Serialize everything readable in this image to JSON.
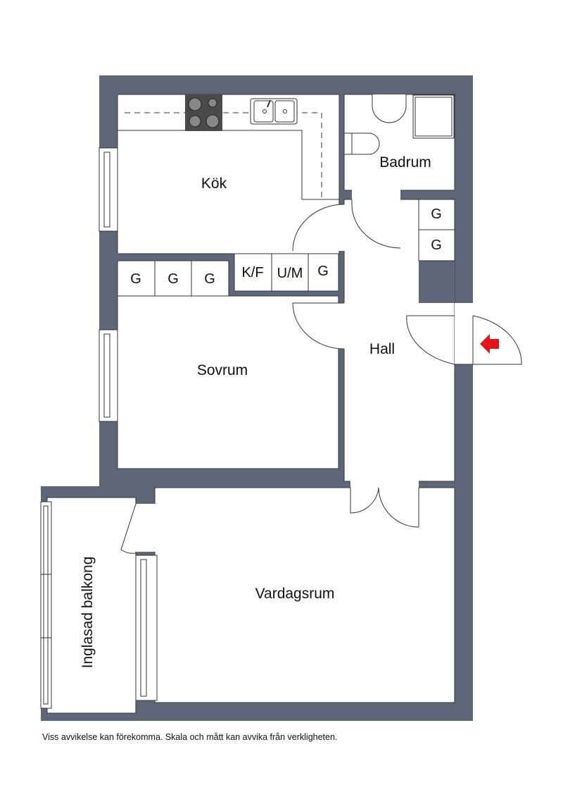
{
  "colors": {
    "wall": "#5d6779",
    "floor": "#ffffff",
    "entrance_arrow": "#e8141b",
    "stove": "#4a4a4a"
  },
  "rooms": {
    "kitchen": "Kök",
    "bathroom": "Badrum",
    "hall": "Hall",
    "bedroom": "Sovrum",
    "living_room": "Vardagsrum",
    "balcony": "Inglasad balkong"
  },
  "storage": {
    "hall_closets": [
      "G",
      "G"
    ],
    "bedroom_wardrobes": [
      "G",
      "G",
      "G"
    ],
    "kitchen_units": [
      "K/F",
      "U/M",
      "G"
    ]
  },
  "icons": {
    "entrance": "entrance-arrow-icon"
  },
  "footer": "Viss avvikelse kan förekomma. Skala och mått kan avvika från verkligheten."
}
